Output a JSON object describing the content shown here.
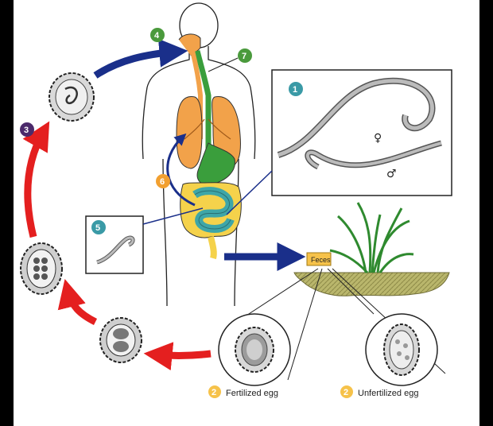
{
  "stage_numbers": {
    "s1": "1",
    "s2a": "2",
    "s2b": "2",
    "s3": "3",
    "s4": "4",
    "s5": "5",
    "s6": "6",
    "s7": "7"
  },
  "labels": {
    "feces": "Feces",
    "fertilized_egg": "Fertilized egg",
    "unfertilized_egg": "Unfertilized egg",
    "female_symbol": "♀",
    "male_symbol": "♂"
  },
  "colors": {
    "badge_green": "#4a9a3c",
    "badge_teal": "#3a9aa6",
    "badge_orange": "#f2a030",
    "badge_purple": "#4b2a6b",
    "badge_yellow": "#f6c24a",
    "arrow_blue": "#1a2f8a",
    "arrow_red": "#e41f1f",
    "lung_orange": "#f2a24a",
    "gut_green": "#3a9e3c",
    "intestine_yellow": "#f5d24b",
    "intestine_teal": "#3ea6a8",
    "soil": "#b7b56a"
  }
}
